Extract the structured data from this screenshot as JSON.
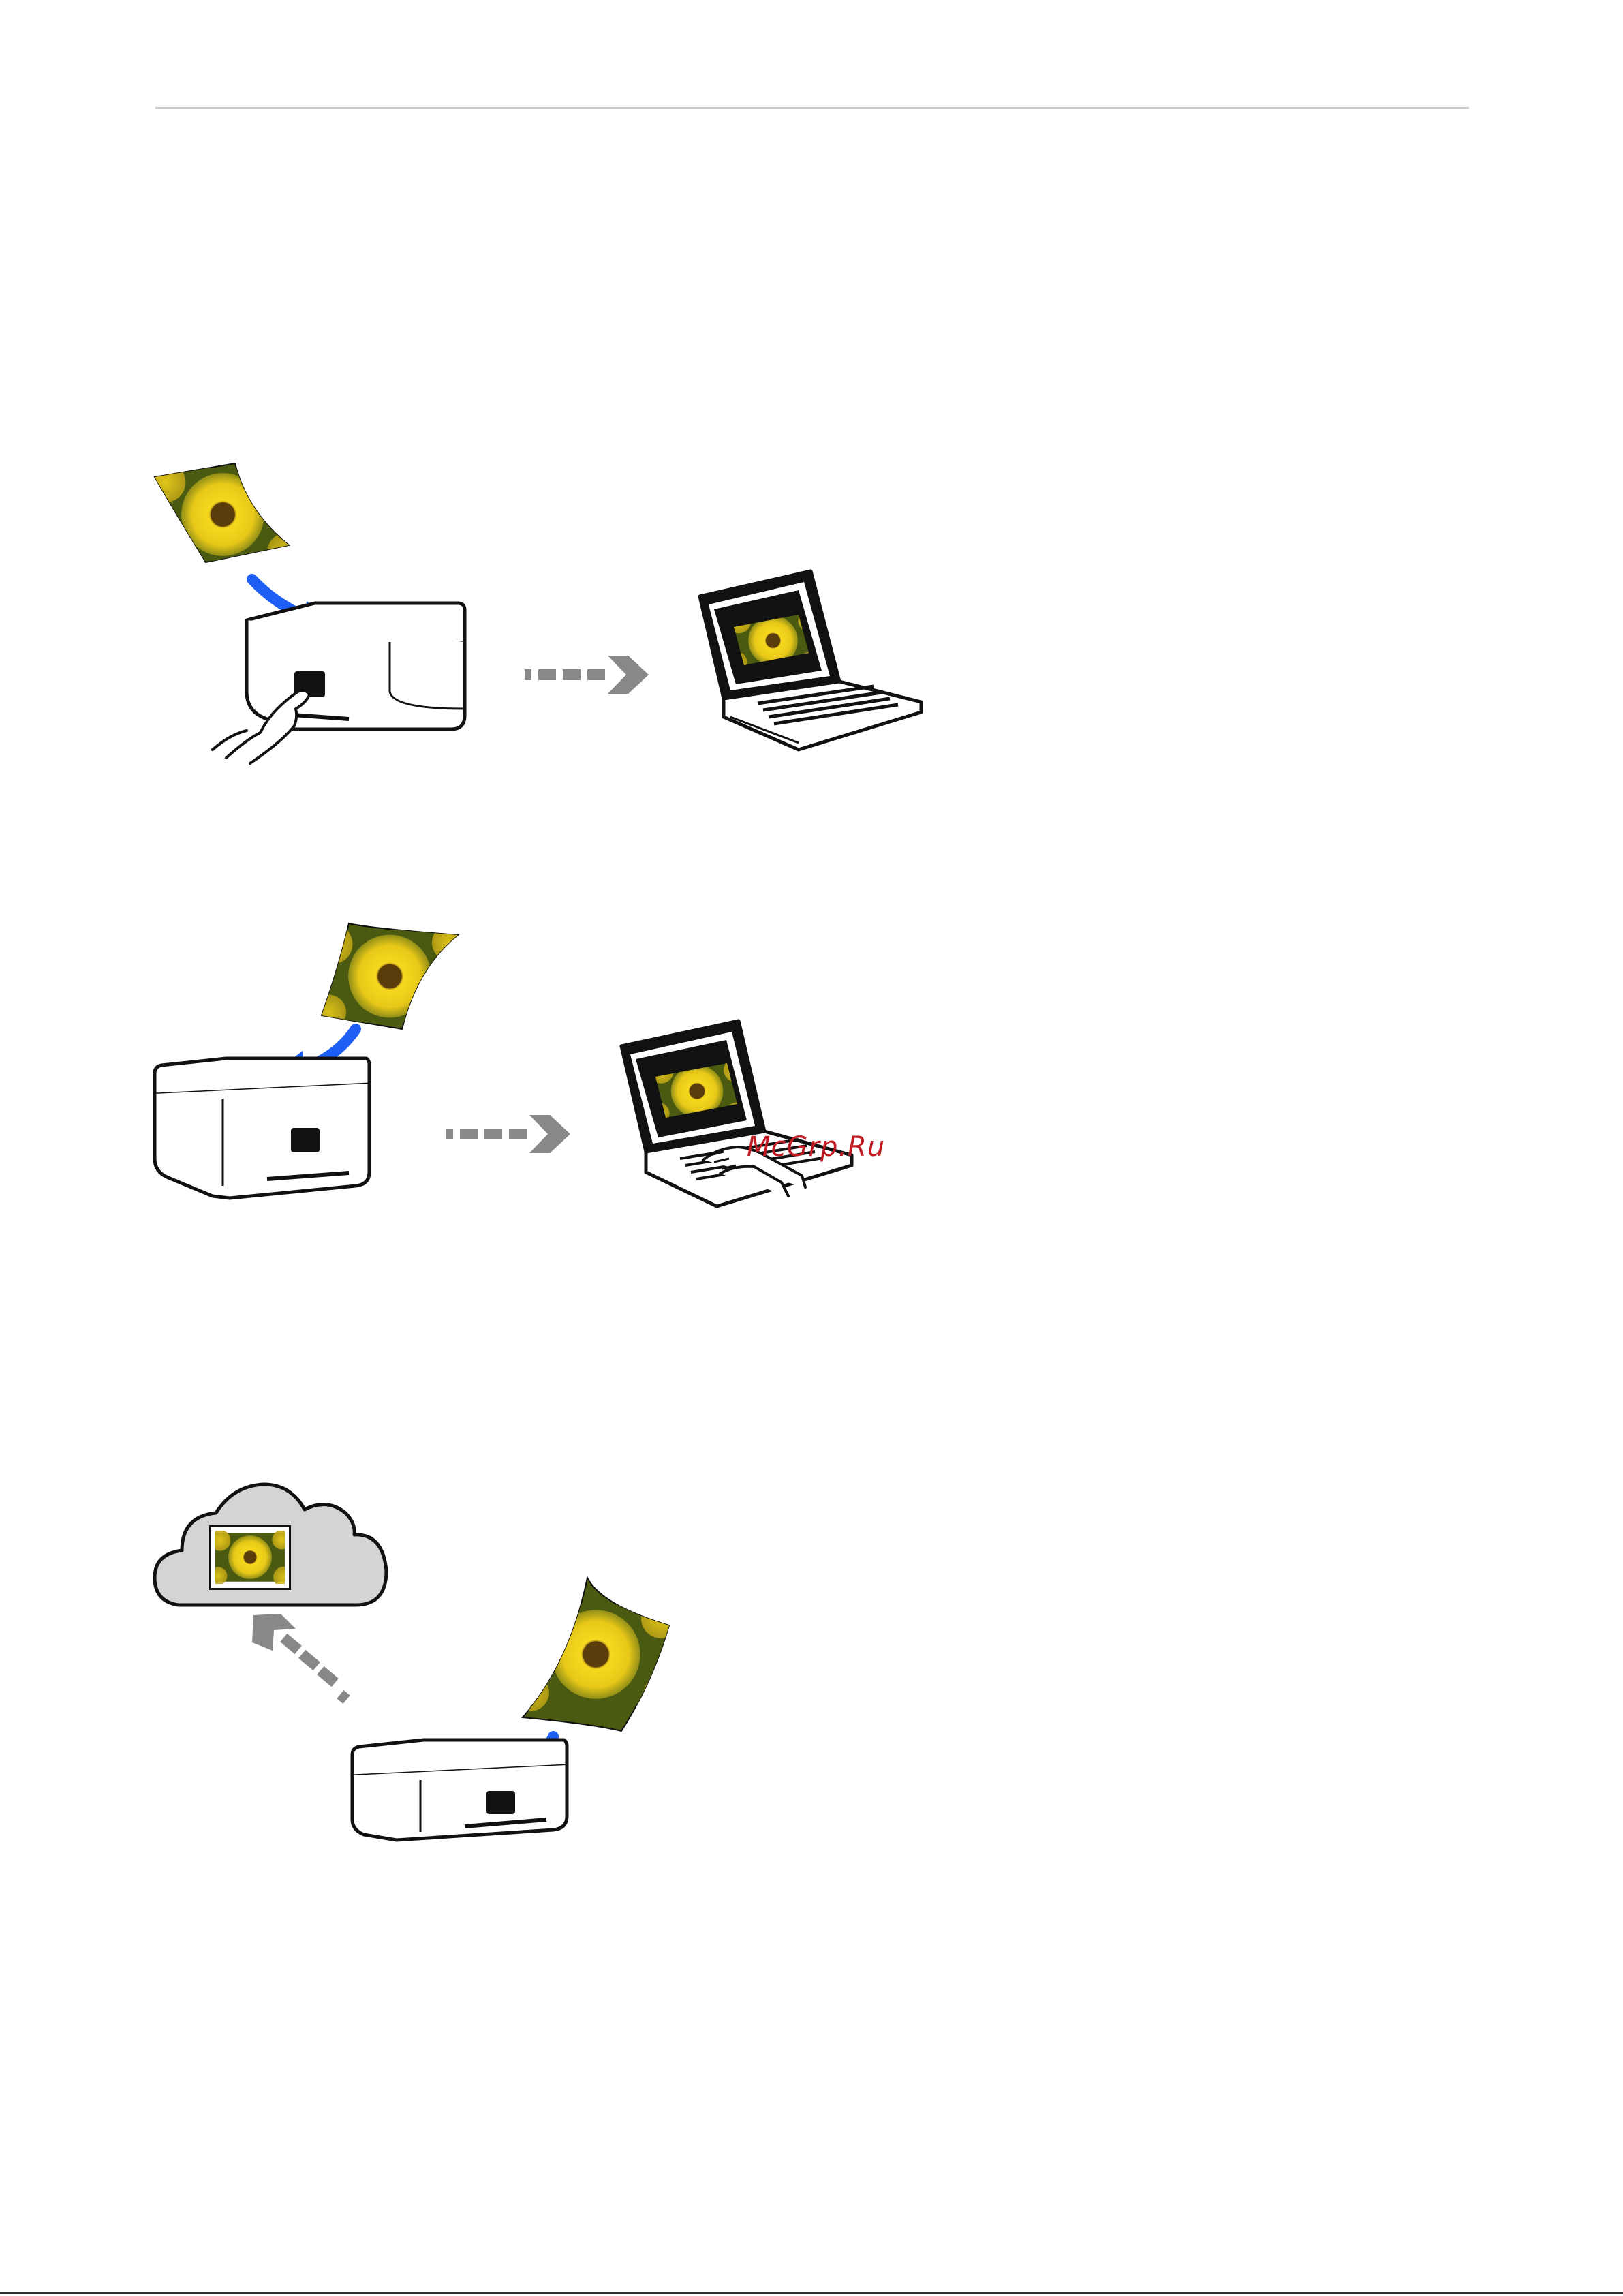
{
  "watermark": "McGrp.Ru",
  "colors": {
    "accent_arrow": "#1f5ef5",
    "transfer_arrow": "#888888",
    "photo_yellow": "#f2d21b",
    "photo_dark": "#4a5a10",
    "sunflower_center": "#6b4a10",
    "cloud_fill": "#d4d4d4",
    "outline": "#111111"
  },
  "figures": [
    {
      "name": "scan-with-printer-button",
      "icons": [
        "photo-icon",
        "blue-arrow-icon",
        "printer-icon",
        "hand-press-icon",
        "dashed-arrow-icon",
        "laptop-icon"
      ]
    },
    {
      "name": "scan-from-computer",
      "icons": [
        "photo-icon",
        "blue-arrow-icon",
        "printer-icon",
        "dashed-arrow-icon",
        "laptop-typing-icon"
      ]
    },
    {
      "name": "scan-to-cloud",
      "icons": [
        "cloud-icon",
        "photo-icon",
        "dashed-arrow-icon",
        "blue-arrow-icon",
        "printer-icon"
      ]
    }
  ]
}
